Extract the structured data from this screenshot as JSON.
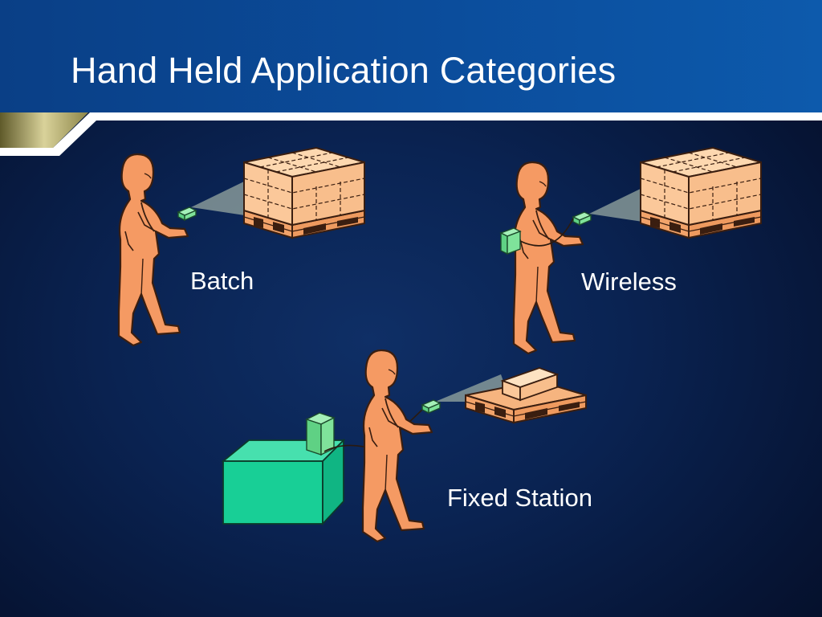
{
  "slide": {
    "title": "Hand Held Application Categories",
    "accent_color": "#c9c28a",
    "scenarios": [
      {
        "label": "Batch"
      },
      {
        "label": "Wireless"
      },
      {
        "label": "Fixed Station"
      }
    ]
  },
  "colors": {
    "person": "#f59a63",
    "person_outline": "#3a1e10",
    "scanner": "#7fe39a",
    "carton": "#fbc89a",
    "pallet": "#f2a36a",
    "station": "#18cf96",
    "beam": "#9fb1a6"
  },
  "icons": [
    "person-icon",
    "handheld-scanner-icon",
    "pallet-icon",
    "fixed-station-icon"
  ]
}
